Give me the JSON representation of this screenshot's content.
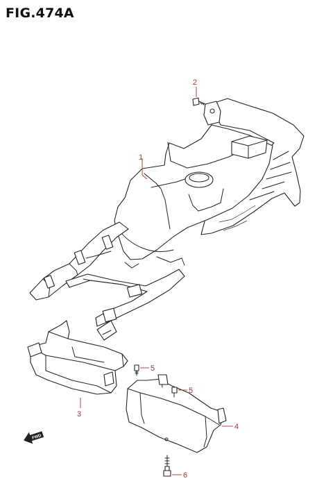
{
  "figure": {
    "title": "FIG.474A"
  },
  "callouts": [
    {
      "id": "1",
      "label": "1"
    },
    {
      "id": "2",
      "label": "2"
    },
    {
      "id": "3",
      "label": "3"
    },
    {
      "id": "4",
      "label": "4"
    },
    {
      "id": "5a",
      "label": "5"
    },
    {
      "id": "5b",
      "label": "5"
    },
    {
      "id": "6",
      "label": "6"
    }
  ],
  "direction_arrow": {
    "label": "FWD"
  },
  "colors": {
    "callout": "#b03030",
    "linework": "#222222"
  }
}
